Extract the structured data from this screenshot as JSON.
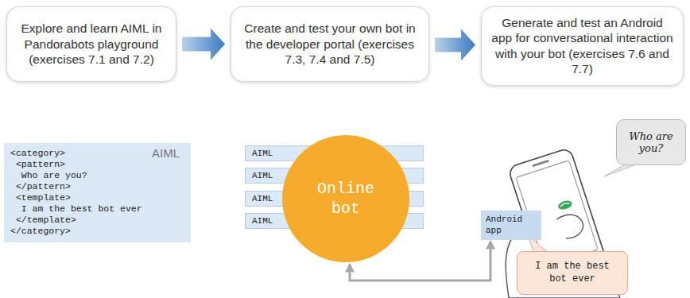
{
  "diagram": {
    "nodes": [
      {
        "text": [
          "Explore and learn AIML in Pandorabots playground (exercises 7.1 and 7.2)"
        ]
      },
      {
        "text": [
          "Create and test your own bot in the developer portal (exercises 7.3, 7.4 and 7.5)"
        ]
      },
      {
        "text": [
          "Generate and test an Android app for conversational interaction with your bot (exercises 7.6 and 7.7)"
        ]
      },
      {
        "text": [
          "<category>",
          " <pattern>",
          "  Who are you?",
          " </pattern>",
          " <template>",
          "  I am the best bot ever",
          " </template>",
          "</category>",
          "AIML"
        ]
      },
      {
        "text": [
          "AIML"
        ]
      },
      {
        "text": [
          "AIML"
        ]
      },
      {
        "text": [
          "AIML"
        ]
      },
      {
        "text": [
          "AIML"
        ]
      },
      {
        "text": [
          "Online bot"
        ]
      },
      {
        "text": [
          "Android app"
        ]
      },
      {
        "text": [
          "Who are you?"
        ]
      },
      {
        "text": [
          "I am the best bot ever"
        ]
      }
    ],
    "edges": [
      {
        "from": 0,
        "to": 1,
        "arrow": "to"
      },
      {
        "from": 1,
        "to": 2,
        "arrow": "to"
      },
      {
        "from": 9,
        "to": 8,
        "arrow": "both"
      }
    ]
  }
}
